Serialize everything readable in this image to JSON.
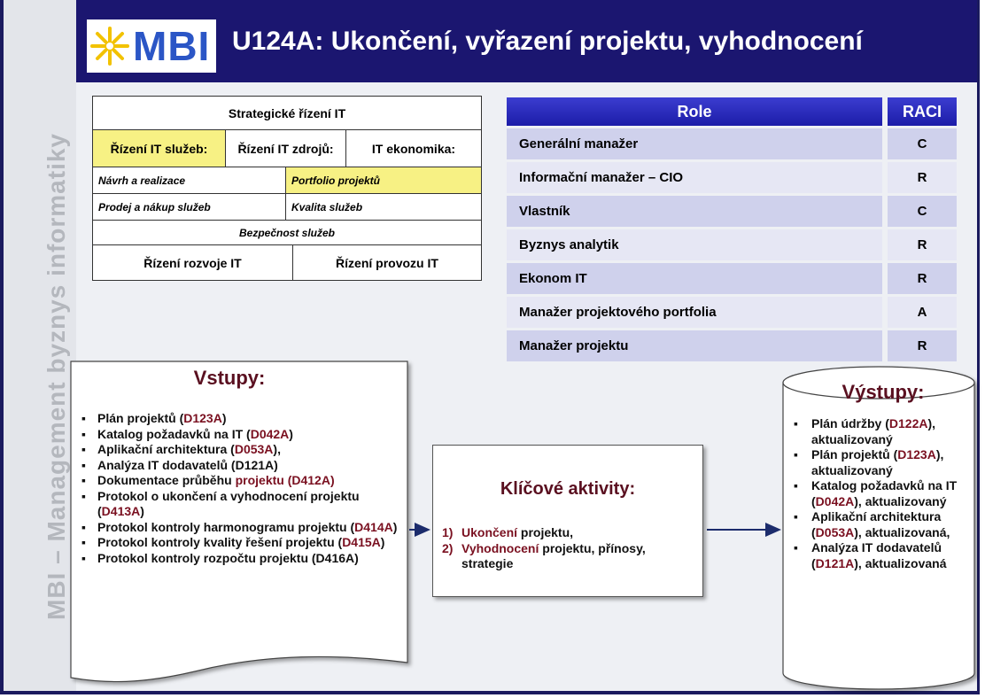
{
  "header": {
    "logo_text": "MBI",
    "title": "U124A: Ukončení, vyřazení projektu, vyhodnocení"
  },
  "sidebar": {
    "vertical_text": "MBI – Management byznys informatiky"
  },
  "framework": {
    "row1": "Strategické řízení IT",
    "row2": [
      "Řízení IT služeb:",
      "Řízení IT zdrojů:",
      "IT ekonomika:"
    ],
    "row3": [
      "Návrh a realizace",
      "Portfolio projektů"
    ],
    "row4": [
      "Prodej a nákup služeb",
      "Kvalita služeb"
    ],
    "row5": "Bezpečnost služeb",
    "row6": [
      "Řízení rozvoje IT",
      "Řízení provozu IT"
    ],
    "highlight_color": "#f7f184"
  },
  "raci": {
    "header_role": "Role",
    "header_raci": "RACI",
    "rows": [
      {
        "role": "Generální manažer",
        "value": "C"
      },
      {
        "role": "Informační manažer – CIO",
        "value": "R"
      },
      {
        "role": "Vlastník",
        "value": "C"
      },
      {
        "role": "Byznys analytik",
        "value": "R"
      },
      {
        "role": "Ekonom IT",
        "value": "R"
      },
      {
        "role": "Manažer projektového portfolia",
        "value": "A"
      },
      {
        "role": "Manažer projektu",
        "value": "R"
      }
    ]
  },
  "inputs": {
    "title": "Vstupy:",
    "items": [
      {
        "text": "Plán projektů (",
        "code": "D123A",
        "end": ")"
      },
      {
        "text": "Katalog požadavků na IT (",
        "code": "D042A",
        "end": ")"
      },
      {
        "text": "Aplikační architektura (",
        "code": "D053A",
        "end": "),"
      },
      {
        "text": "Analýza IT dodavatelů (D121A)",
        "code": "",
        "end": ""
      },
      {
        "text": "Dokumentace průběhu ",
        "code": "projektu (D412A)",
        "end": ""
      },
      {
        "text": "Protokol o ukončení a vyhodnocení projektu (",
        "code": "D413A",
        "end": ")"
      },
      {
        "text": "Protokol kontroly harmonogramu projektu (",
        "code": "D414A",
        "end": ")"
      },
      {
        "text": "Protokol kontroly kvality řešení projektu (",
        "code": "D415A",
        "end": ")"
      },
      {
        "text": "Protokol kontroly rozpočtu projektu (D416A)",
        "code": "",
        "end": ""
      }
    ]
  },
  "activities": {
    "title": "Klíčové aktivity:",
    "items": [
      {
        "num": "1)",
        "text": "Ukončení",
        "rest": " projektu,",
        "cont": ""
      },
      {
        "num": "2)",
        "text": "Vyhodnocení",
        "rest": " projektu, přínosy,",
        "cont": "strategie"
      }
    ]
  },
  "outputs": {
    "title": "Výstupy:",
    "items": [
      {
        "text": "Plán údržby (",
        "code": "D122A",
        "end": "), aktualizovaný"
      },
      {
        "text": "Plán projektů (",
        "code": "D123A",
        "end": "), aktualizovaný"
      },
      {
        "text": "Katalog požadavků na IT (",
        "code": "D042A",
        "end": "), aktualizovaný"
      },
      {
        "text": "Aplikační architektura (",
        "code": "D053A",
        "end": "), aktualizovaná,"
      },
      {
        "text": "Analýza IT dodavatelů (",
        "code": "D121A",
        "end": "), aktualizovaná"
      }
    ]
  },
  "colors": {
    "header_bg": "#1b1670",
    "logo_blue": "#2b56c6",
    "code_red": "#7a1020",
    "raci_header": "#2a2ac0"
  }
}
